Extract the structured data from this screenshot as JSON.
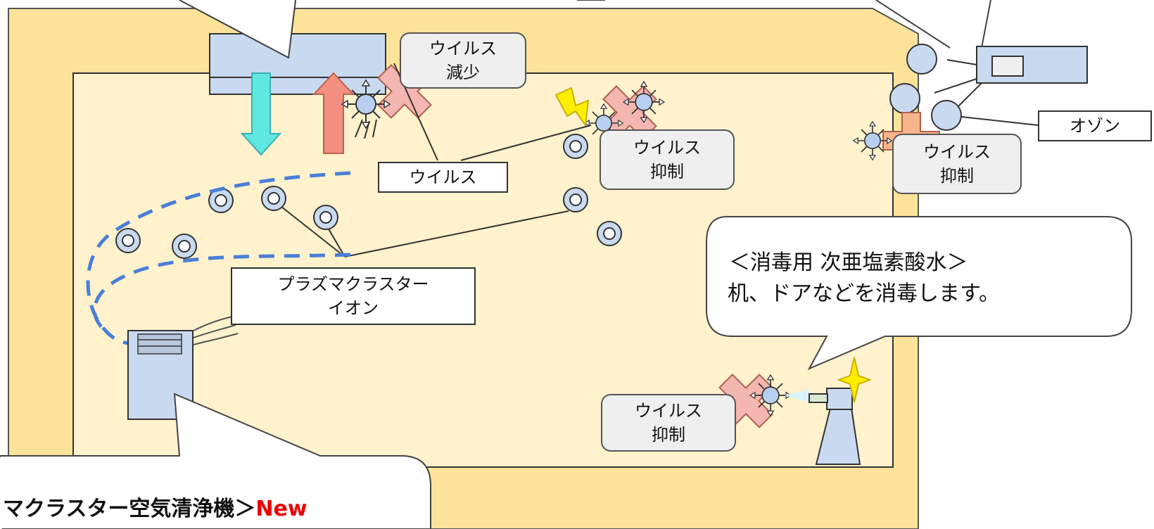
{
  "labels": {
    "virus": "ウイルス",
    "virus_decrease": "ウイルス\n減少",
    "virus_suppress_ozone": "ウイルス\n抑制",
    "virus_suppress_uv": "ウイルス\n抑制",
    "virus_suppress_spray": "ウイルス\n抑制",
    "ozone": "オゾン",
    "plasmacluster_ion": "プラズマクラスター\nイオン"
  },
  "callouts": {
    "disinfect_title": "＜消毒用 次亜塩素酸水＞",
    "disinfect_body": "机、ドアなどを消毒します。",
    "purifier_title": "マクラスター空気清浄機＞",
    "purifier_new": "New"
  },
  "colors": {
    "outer_room": "#fde39a",
    "inner_room": "#fff2cc",
    "device_blue": "#c9daf0",
    "cross_pink": "#f4b6b0",
    "cross_orange": "#f8b48a",
    "ion_dash": "#4a7fd8",
    "arrow_cool": "#5fe8e0",
    "arrow_warm": "#f49080",
    "bolt": "#ffee00"
  },
  "icons": [
    "virus-icon",
    "ion-ring-icon",
    "ozone-bubble-icon",
    "cross-icon",
    "lightning-icon",
    "sparkle-icon"
  ]
}
